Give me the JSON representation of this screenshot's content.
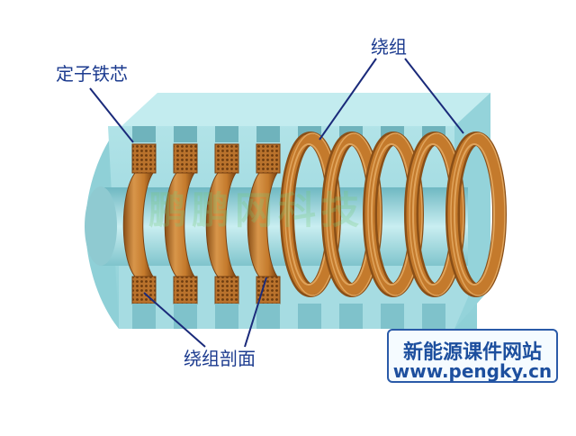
{
  "labels": {
    "stator_core": "定子铁芯",
    "winding": "绕组",
    "winding_section": "绕组剖面"
  },
  "watermark": "鹏鹏网科技",
  "site": {
    "name": "新能源课件网站",
    "url": "www.pengky.cn"
  },
  "colors": {
    "core": "#a8dde3",
    "core_shadow": "#7fc4cc",
    "core_edge": "#5fa8b2",
    "copper": "#c47a2c",
    "copper_dark": "#8a4f17",
    "copper_light": "#e0a45c",
    "label": "#1c3b8f",
    "leader": "#1a2a7a"
  }
}
